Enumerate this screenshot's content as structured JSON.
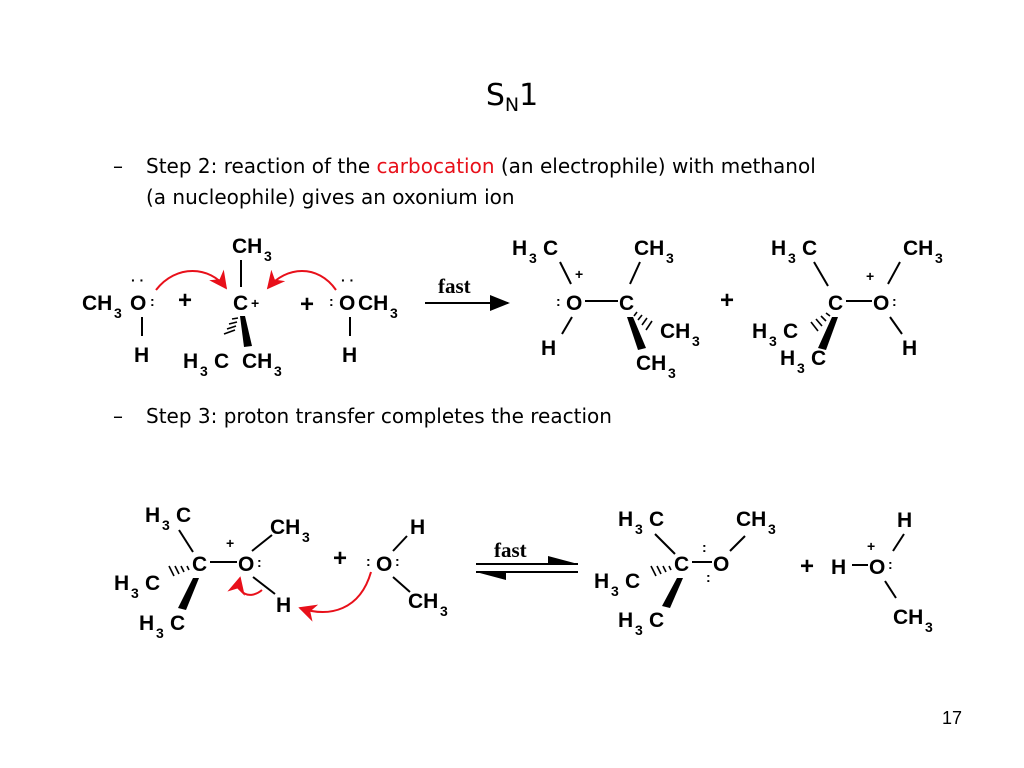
{
  "slide": {
    "title_main": "S",
    "title_sub": "N",
    "title_end": "1",
    "page_number": "17"
  },
  "steps": [
    {
      "dash": "–",
      "text_before": "Step 2: reaction of the ",
      "highlight": "carbocation",
      "text_after": " (an electrophile) with methanol",
      "line2": "(a nucleophile) gives an oxonium ion"
    },
    {
      "dash": "–",
      "text": "Step 3: proton transfer completes the reaction"
    }
  ],
  "labels": {
    "C": "C",
    "O": "O",
    "H": "H",
    "CH": "CH",
    "3": "3",
    "plus": "+",
    "dots": ": ",
    "dot2": "· ·",
    "fast": "fast"
  },
  "colors": {
    "arrow_red": "#e8101a",
    "highlight": "#e8101a"
  }
}
